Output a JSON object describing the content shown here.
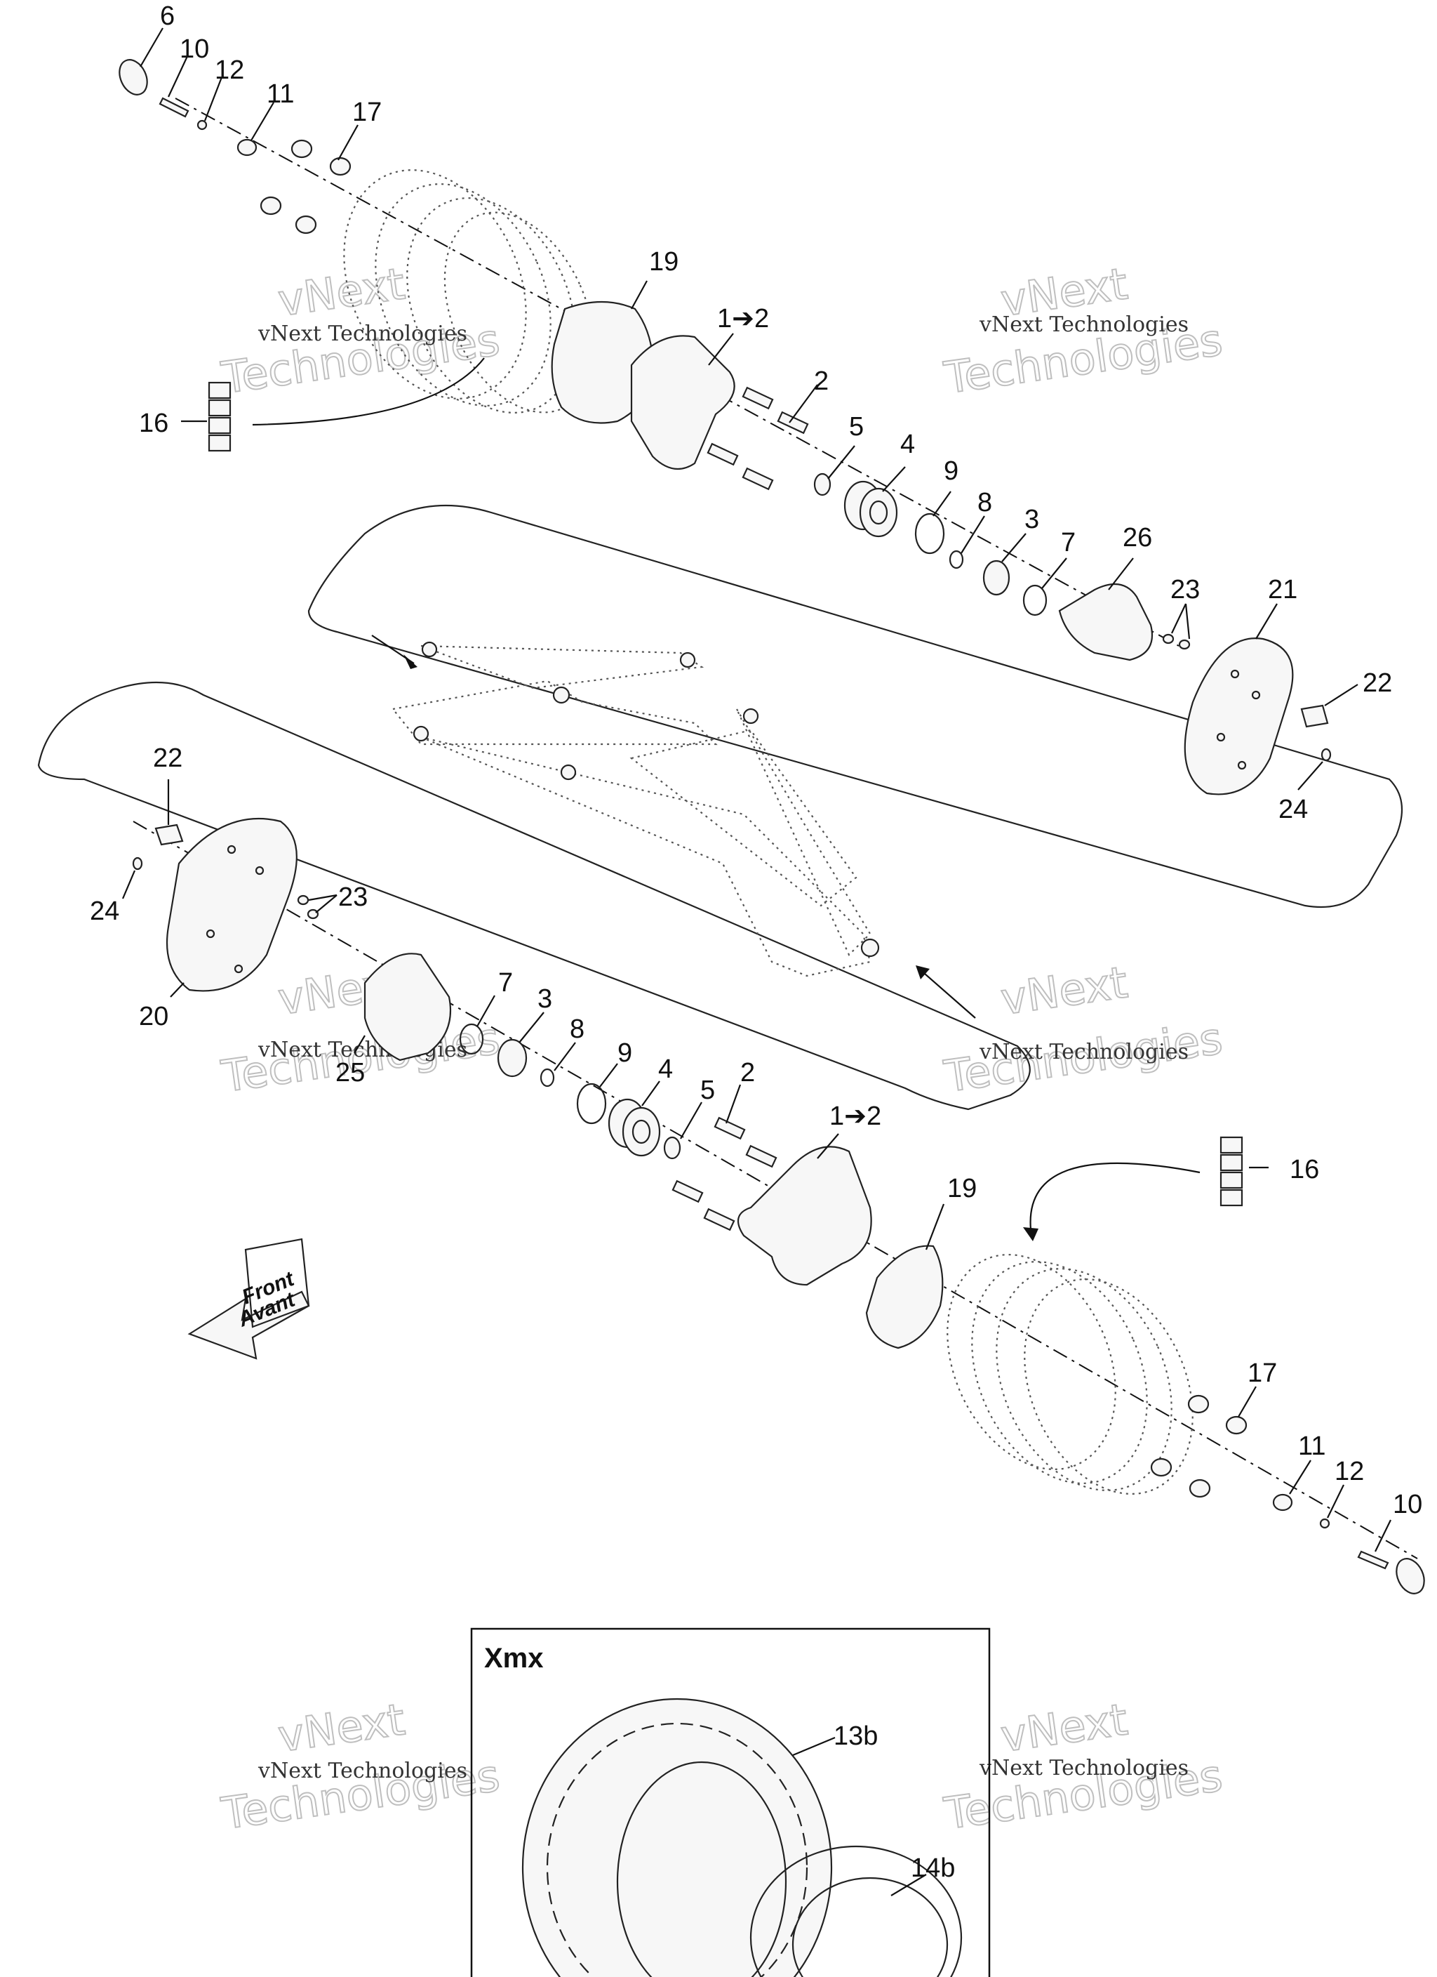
{
  "callouts": [
    {
      "id": "c6",
      "text": "6"
    },
    {
      "id": "c10a",
      "text": "10"
    },
    {
      "id": "c12a",
      "text": "12"
    },
    {
      "id": "c11a",
      "text": "11"
    },
    {
      "id": "c17a",
      "text": "17"
    },
    {
      "id": "c19a",
      "text": "19"
    },
    {
      "id": "c1a",
      "text": "1➔2"
    },
    {
      "id": "c2a",
      "text": "2"
    },
    {
      "id": "c16a",
      "text": "16"
    },
    {
      "id": "c5a",
      "text": "5"
    },
    {
      "id": "c4a",
      "text": "4"
    },
    {
      "id": "c9a",
      "text": "9"
    },
    {
      "id": "c8a",
      "text": "8"
    },
    {
      "id": "c3a",
      "text": "3"
    },
    {
      "id": "c7a",
      "text": "7"
    },
    {
      "id": "c26",
      "text": "26"
    },
    {
      "id": "c23a",
      "text": "23"
    },
    {
      "id": "c21",
      "text": "21"
    },
    {
      "id": "c22a",
      "text": "22"
    },
    {
      "id": "c24a",
      "text": "24"
    },
    {
      "id": "c22b",
      "text": "22"
    },
    {
      "id": "c24b",
      "text": "24"
    },
    {
      "id": "c23b",
      "text": "23"
    },
    {
      "id": "c20",
      "text": "20"
    },
    {
      "id": "c7b",
      "text": "7"
    },
    {
      "id": "c3b",
      "text": "3"
    },
    {
      "id": "c8b",
      "text": "8"
    },
    {
      "id": "c25",
      "text": "25"
    },
    {
      "id": "c9b",
      "text": "9"
    },
    {
      "id": "c4b",
      "text": "4"
    },
    {
      "id": "c5b",
      "text": "5"
    },
    {
      "id": "c2b",
      "text": "2"
    },
    {
      "id": "c1b",
      "text": "1➔2"
    },
    {
      "id": "c16b",
      "text": "16"
    },
    {
      "id": "c19b",
      "text": "19"
    },
    {
      "id": "c17b",
      "text": "17"
    },
    {
      "id": "c11b",
      "text": "11"
    },
    {
      "id": "c12b",
      "text": "12"
    },
    {
      "id": "c10b",
      "text": "10"
    },
    {
      "id": "c13b",
      "text": "13b"
    },
    {
      "id": "c14b",
      "text": "14b"
    }
  ],
  "watermark": {
    "line": "vNext Technologies",
    "big_top": "vNext",
    "big_bottom": "Technologies"
  },
  "front_arrow": {
    "line1": "Front",
    "line2": "Avant"
  },
  "inset": {
    "title": "Xmx"
  }
}
